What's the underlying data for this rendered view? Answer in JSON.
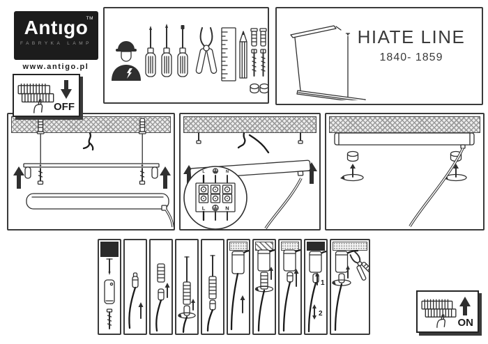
{
  "brand": {
    "name": "Antıgo",
    "trademark": "TM",
    "tagline": "FABRYKA LAMP",
    "website": "www.antigo.pl"
  },
  "product": {
    "name": "HIATE LINE",
    "model_range": "1840- 1859"
  },
  "power": {
    "off_label": "OFF",
    "on_label": "ON"
  },
  "terminal_block": {
    "live": "L",
    "neutral": "N"
  },
  "height_adjust": {
    "pull_step": "1",
    "slide_step": "2"
  },
  "icons": [
    "breaker-switch",
    "down-arrow",
    "up-arrow",
    "electrician",
    "screwdriver",
    "pliers",
    "ruler",
    "pencil",
    "wall-plug",
    "screw",
    "cap-nut",
    "pendant-lamp",
    "ceiling-hatch",
    "power-wire",
    "mounting-bracket",
    "lamp-housing",
    "terminal-block",
    "earth",
    "cable-gripper",
    "suspension-cylinder",
    "cutting-pliers"
  ],
  "colors": {
    "ink": "#2f2f2f",
    "logo_bg": "#1c1c1c",
    "tagline_gray": "#919191",
    "hatch_gray": "#9a9a9a",
    "band_black": "#2a2a2a"
  }
}
